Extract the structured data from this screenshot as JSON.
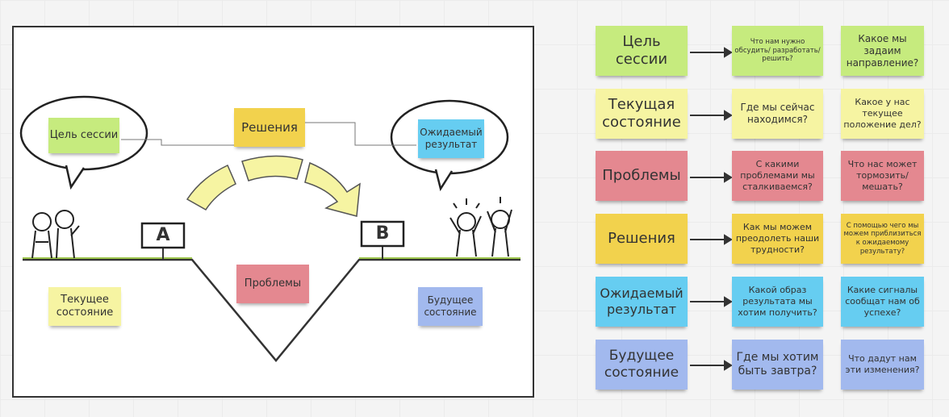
{
  "diagram": {
    "goal": "Цель сессии",
    "solutions": "Решения",
    "expected": "Ожидаемый результат",
    "sign_a": "A",
    "sign_b": "B",
    "problems": "Проблемы",
    "current": "Текущее состояние",
    "future": "Будущее состояние"
  },
  "table": {
    "rows": [
      {
        "label": "Цель сессии",
        "q1": "Что нам нужно обсудить/ разработать/решить?",
        "q2": "Какое мы задаим направление?",
        "color": "#c6eb7e"
      },
      {
        "label": "Текущая состояние",
        "q1": "Где мы сейчас находимся?",
        "q2": "Какое у нас текущее положение дел?",
        "color": "#f6f4a2"
      },
      {
        "label": "Проблемы",
        "q1": "С какими проблемами мы сталкиваемся?",
        "q2": "Что нас может тормозить/ мешать?",
        "color": "#e48890"
      },
      {
        "label": "Решения",
        "q1": "Как мы можем преодолеть наши трудности?",
        "q2": "С помощью чего мы можем приблизиться к ожидаемому результату?",
        "color": "#f2d24d"
      },
      {
        "label": "Ожидаемый результат",
        "q1": "Какой образ результата мы хотим получить?",
        "q2": "Какие сигналы сообщат нам об успехе?",
        "color": "#66cdf1"
      },
      {
        "label": "Будущее состояние",
        "q1": "Где мы хотим быть завтра?",
        "q2": "Что дадут нам эти изменения?",
        "color": "#a2b9ee"
      }
    ]
  }
}
